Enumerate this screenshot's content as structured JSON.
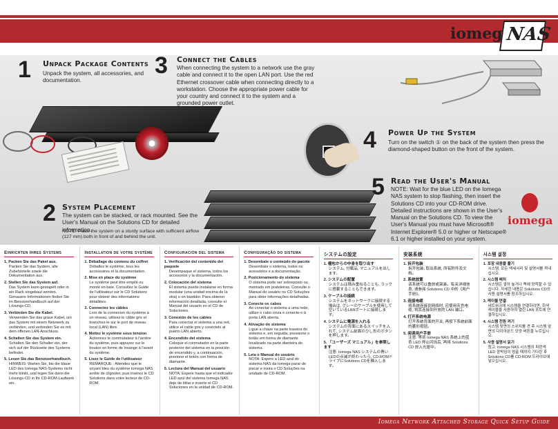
{
  "header": {
    "title": "Setting Up Your System",
    "logo_brand": "iomega",
    "logo_product": "NAS"
  },
  "steps": [
    {
      "number": "1",
      "title": "Unpack Package Contents",
      "body": "Unpack the system, all accessories, and documentation."
    },
    {
      "number": "2",
      "title": "System Placement",
      "body": "The system can be stacked, or rack mounted. See the User's Manual on the Solutions CD for detailed information.",
      "note": "NOTE: Place the system on a sturdy surface with sufficient airflow (127 mm) both in front of and behind the unit."
    },
    {
      "number": "3",
      "title": "Connect the Cables",
      "body": "When connecting the system to a network use the gray cable and connect it to the open LAN port. Use the red Ethernet crossover cable when connecting directly to a workstation. Choose the appropriate power cable for your country and connect it to the system and a grounded power outlet."
    },
    {
      "number": "4",
      "title": "Power Up the System",
      "body": "Turn on the switch ① on the back of the system then press the diamond-shaped button on the front of the system."
    },
    {
      "number": "5",
      "title": "Read the User's Manual",
      "body": "NOTE: Wait for the blue LED on the Iomega NAS system to stop flashing, then insert the Solutions CD into your CD-ROM drive. Detailed instructions are shown in the User's Manual on the Solutions CD. To view the User's Manual you must have Microsoft® Internet Explorer® 5.0 or higher or Netscape® 6.1 or higher installed on your system."
    }
  ],
  "columns": [
    {
      "heading": "Einrichten Ihres Systems",
      "items": [
        {
          "num": "1.",
          "head": "Packen Sie das Paket aus.",
          "text": "Packen Sie das System, alle Zubehörteile sowie die Dokumentation aus."
        },
        {
          "num": "2.",
          "head": "Stellen Sie das System auf.",
          "text": "Das System kann gestapelt oder in ein Rack eingebaut werden. Genauere Informationen finden Sie im Benutzerhandbuch auf der Lösungs-CD."
        },
        {
          "num": "3.",
          "head": "Verbinden Sie die Kabel.",
          "text": "Verwenden Sie das graue Kabel, um das System mit einem Netzwerk zu verbinden, und verbinden Sie es mit dem offenen LAN-Anschluss."
        },
        {
          "num": "4.",
          "head": "Schalten Sie das System ein.",
          "text": "Schalten Sie den Schalter ein, der sich auf der Rückseite des Systems befindet."
        },
        {
          "num": "5.",
          "head": "Lesen Sie das Benutzerhandbuch.",
          "text": "HINWEIS: Warten Sie, bis die blaue LED des Iomega NAS-Systems nicht mehr blinkt, und legen Sie dann die Lösungs-CD in Ihr CD-ROM-Laufwerk ein."
        }
      ]
    },
    {
      "heading": "Installation de votre système",
      "items": [
        {
          "num": "1.",
          "head": "Déballage du contenu du coffret",
          "text": "Déballez le système, tous les accessoires et la documentation."
        },
        {
          "num": "2.",
          "head": "Mise en place du système",
          "text": "Le système peut être empilé ou monté en baie. Consultez le Guide de l'utilisateur sur le CD Solutions pour obtenir des informations détaillées."
        },
        {
          "num": "3.",
          "head": "Connectez les câbles",
          "text": "Lors de la connexion du système à un réseau, utilisez le câble gris et branchez-le sur le port de réseau local (LAN) libre."
        },
        {
          "num": "4.",
          "head": "Mettez le système sous tension",
          "text": "Actionnez le commutateur à l'arrière du système, puis appuyez sur le bouton en forme de losange à l'avant du système."
        },
        {
          "num": "5.",
          "head": "Lisez le Guide de l'utilisateur",
          "text": "REMARQUE : Attendez que le voyant bleu du système Iomega NAS arrête de clignoter, puis insérez le CD Solutions dans votre lecteur de CD-ROM."
        }
      ]
    },
    {
      "heading": "Configuración del sistema",
      "items": [
        {
          "num": "1.",
          "head": "Verificación del contenido del paquete",
          "text": "Desempaque el sistema, todos los accesorios y la documentación."
        },
        {
          "num": "2.",
          "head": "Colocación del sistema",
          "text": "El sistema puede instalarse en forma modular (una unidad encima de la otra) o en bastidor. Para obtener información detallada, consulte el Manual del usuario en el CD de Soluciones."
        },
        {
          "num": "3.",
          "head": "Conexión de los cables",
          "text": "Para conectar el sistema a una red, utilice el cable gris y conéctelo al puerto LAN abierto."
        },
        {
          "num": "4.",
          "head": "Encendido del sistema",
          "text": "Coloque el conmutador en la parte posterior del sistema en la posición de encendido y, a continuación, presione el botón con forma de diamante."
        },
        {
          "num": "5.",
          "head": "Lectura del Manual del usuario",
          "text": "NOTA: Espere hasta que el indicador LED azul del sistema Iomega NAS deje de titilar e inserte el CD Soluciones en la unidad de CD-ROM."
        }
      ]
    },
    {
      "heading": "Configuração do sistema",
      "items": [
        {
          "num": "1.",
          "head": "Desembale o conteúdo do pacote",
          "text": "Desembale o sistema, todos os acessórios e a documentação."
        },
        {
          "num": "2.",
          "head": "Posicionamento do sistema",
          "text": "O sistema pode ser sobreposto ou montado em prateleiras. Consulte o Manual do usuário no CD Soluções para obter informações detalhadas."
        },
        {
          "num": "3.",
          "head": "Conecte os cabos",
          "text": "Ao conectar o sistema a uma rede, utilize o cabo cinza e conecte-o à porta LAN aberta."
        },
        {
          "num": "4.",
          "head": "Ativação do sistema",
          "text": "Ligue a chave na parte traseira do sistema e, em seguida, pressione o botão em forma de diamante localizado na parte dianteira do sistema."
        },
        {
          "num": "5.",
          "head": "Leia o Manual do usuário",
          "text": "NOTA: Espere a LED azul do sistema NAS da Iomega parar de piscar e insira o CD Soluções na unidade de CD-ROM."
        }
      ]
    },
    {
      "heading": "システムの設定",
      "items": [
        {
          "num": "1.",
          "head": "梱包からの中身を取り出す",
          "text": "システム, 付属品, マニュアルを出します。"
        },
        {
          "num": "2.",
          "head": "システムの配置",
          "text": "システムは積み重ねることも, ラックに搭載することもできます。"
        },
        {
          "num": "3.",
          "head": "ケーブルの接続",
          "text": "システムをネットワークに接続する場合は, グレーのケーブルを使用して空いているLANポートに接続します。"
        },
        {
          "num": "4.",
          "head": "システムに電源を入れる",
          "text": "システムの背面にあるスイッチを入れて, システム前面のひし形のボタンを押します。"
        },
        {
          "num": "5.",
          "head": "「ユーザーズ マニュアル」を参照します",
          "text": "注意: Iomega NAS システムの青いLEDの点滅が終わったら, CD-ROMドライブにSolutions CDを挿入します。"
        }
      ]
    },
    {
      "heading": "安装系统",
      "items": [
        {
          "num": "1.",
          "head": "拆开包装",
          "text": "拆开包装, 取出系统, 所有附件及文档。"
        },
        {
          "num": "2.",
          "head": "系统放置",
          "text": "该系统可以叠放或架装。有关详细信息, 请参阅 Solutions CD 中的《用户手册》。"
        },
        {
          "num": "3.",
          "head": "连接电缆",
          "text": "将系统连接到网络时, 应使用灰色电缆, 将其连接到开放的 LAN 端口。"
        },
        {
          "num": "4.",
          "head": "打开系统电源",
          "text": "打开系统背面的开关, 再按下系统前面的菱形按钮。"
        },
        {
          "num": "5.",
          "head": "阅读用户手册",
          "text": "注意: 等到 Iomega NAS 系统上的蓝色 LED 停止闪烁后, 再将 Solutions CD 放入光驱中。"
        }
      ]
    },
    {
      "heading": "시스템 설정",
      "items": [
        {
          "num": "1.",
          "head": "포장 내용물 풀기",
          "text": "시스템, 모든 액세서리 및 설명서를 꺼내십시오."
        },
        {
          "num": "2.",
          "head": "시스템 배치",
          "text": "시스템은 쌓아 놓거나 랙에 장착할 수 있습니다. 자세한 내용은 Solutions CD의 사용 설명서를 참조하십시오."
        },
        {
          "num": "3.",
          "head": "케이블 연결",
          "text": "네트워크에 시스템을 연결하려면, 회색 케이블을 사용하여 열린 LAN 포트에 연결하십시오."
        },
        {
          "num": "4.",
          "head": "시스템 전원 켜기",
          "text": "시스템 뒷면의 스위치를 켠 후 시스템 앞면의 다이아몬드 모양 버튼을 누르십시오."
        },
        {
          "num": "5.",
          "head": "사용 설명서 읽기",
          "text": "참고: Iomega NAS 시스템의 파란색 LED 깜박임이 멈출 때까지 기다린 후 Solutions CD를 CD-ROM 드라이브에 넣으십시오."
        }
      ]
    }
  ],
  "footer": {
    "text": "Iomega Network Attached Storage Quick Setup Guide"
  },
  "colors": {
    "accent_red": "#b22a2e",
    "brand_red": "#c4262e"
  }
}
